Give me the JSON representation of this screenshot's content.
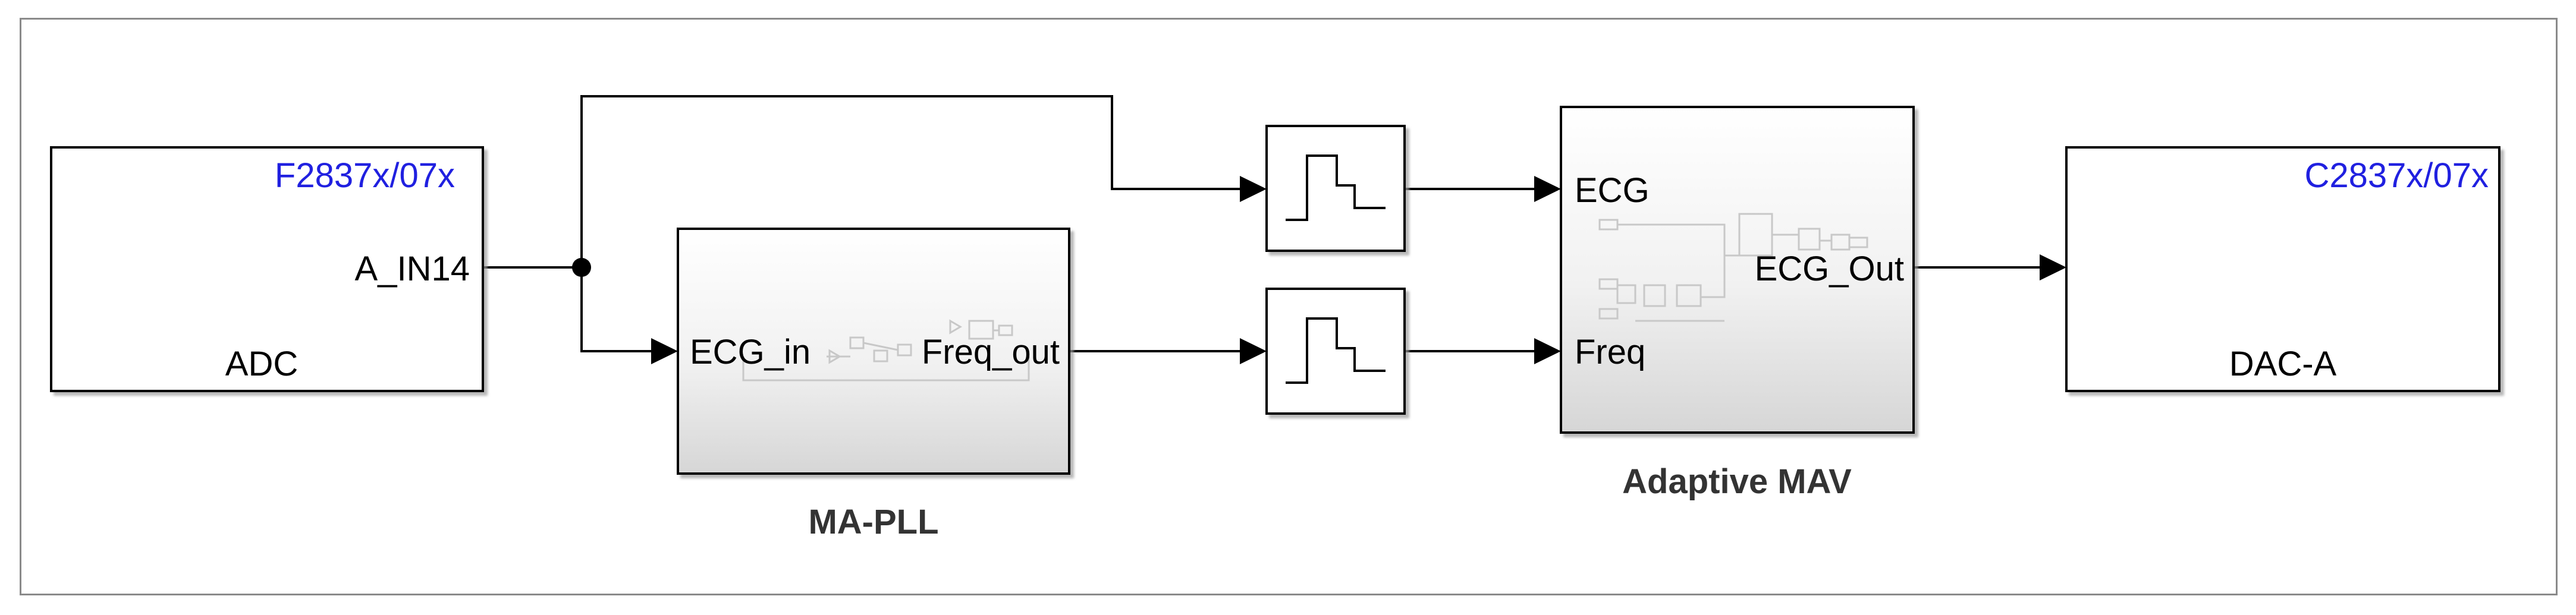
{
  "blocks": {
    "adc": {
      "target": "F2837x/07x",
      "port_out": "A_IN14",
      "name": "ADC"
    },
    "ma_pll": {
      "port_in": "ECG_in",
      "port_out": "Freq_out",
      "name": "MA-PLL"
    },
    "adaptive_mav": {
      "port_in_1": "ECG",
      "port_in_2": "Freq",
      "port_out": "ECG_Out",
      "name": "Adaptive MAV"
    },
    "dac": {
      "target": "C2837x/07x",
      "name": "DAC-A"
    }
  },
  "colors": {
    "target_text": "#2020e0",
    "line": "#000000",
    "subsystem_fill_top": "#ffffff",
    "subsystem_fill_bottom": "#d8d8d8",
    "border": "#8a8a8a"
  },
  "icons": {
    "rate_transition_1": "rate-transition-icon",
    "rate_transition_2": "rate-transition-icon"
  }
}
